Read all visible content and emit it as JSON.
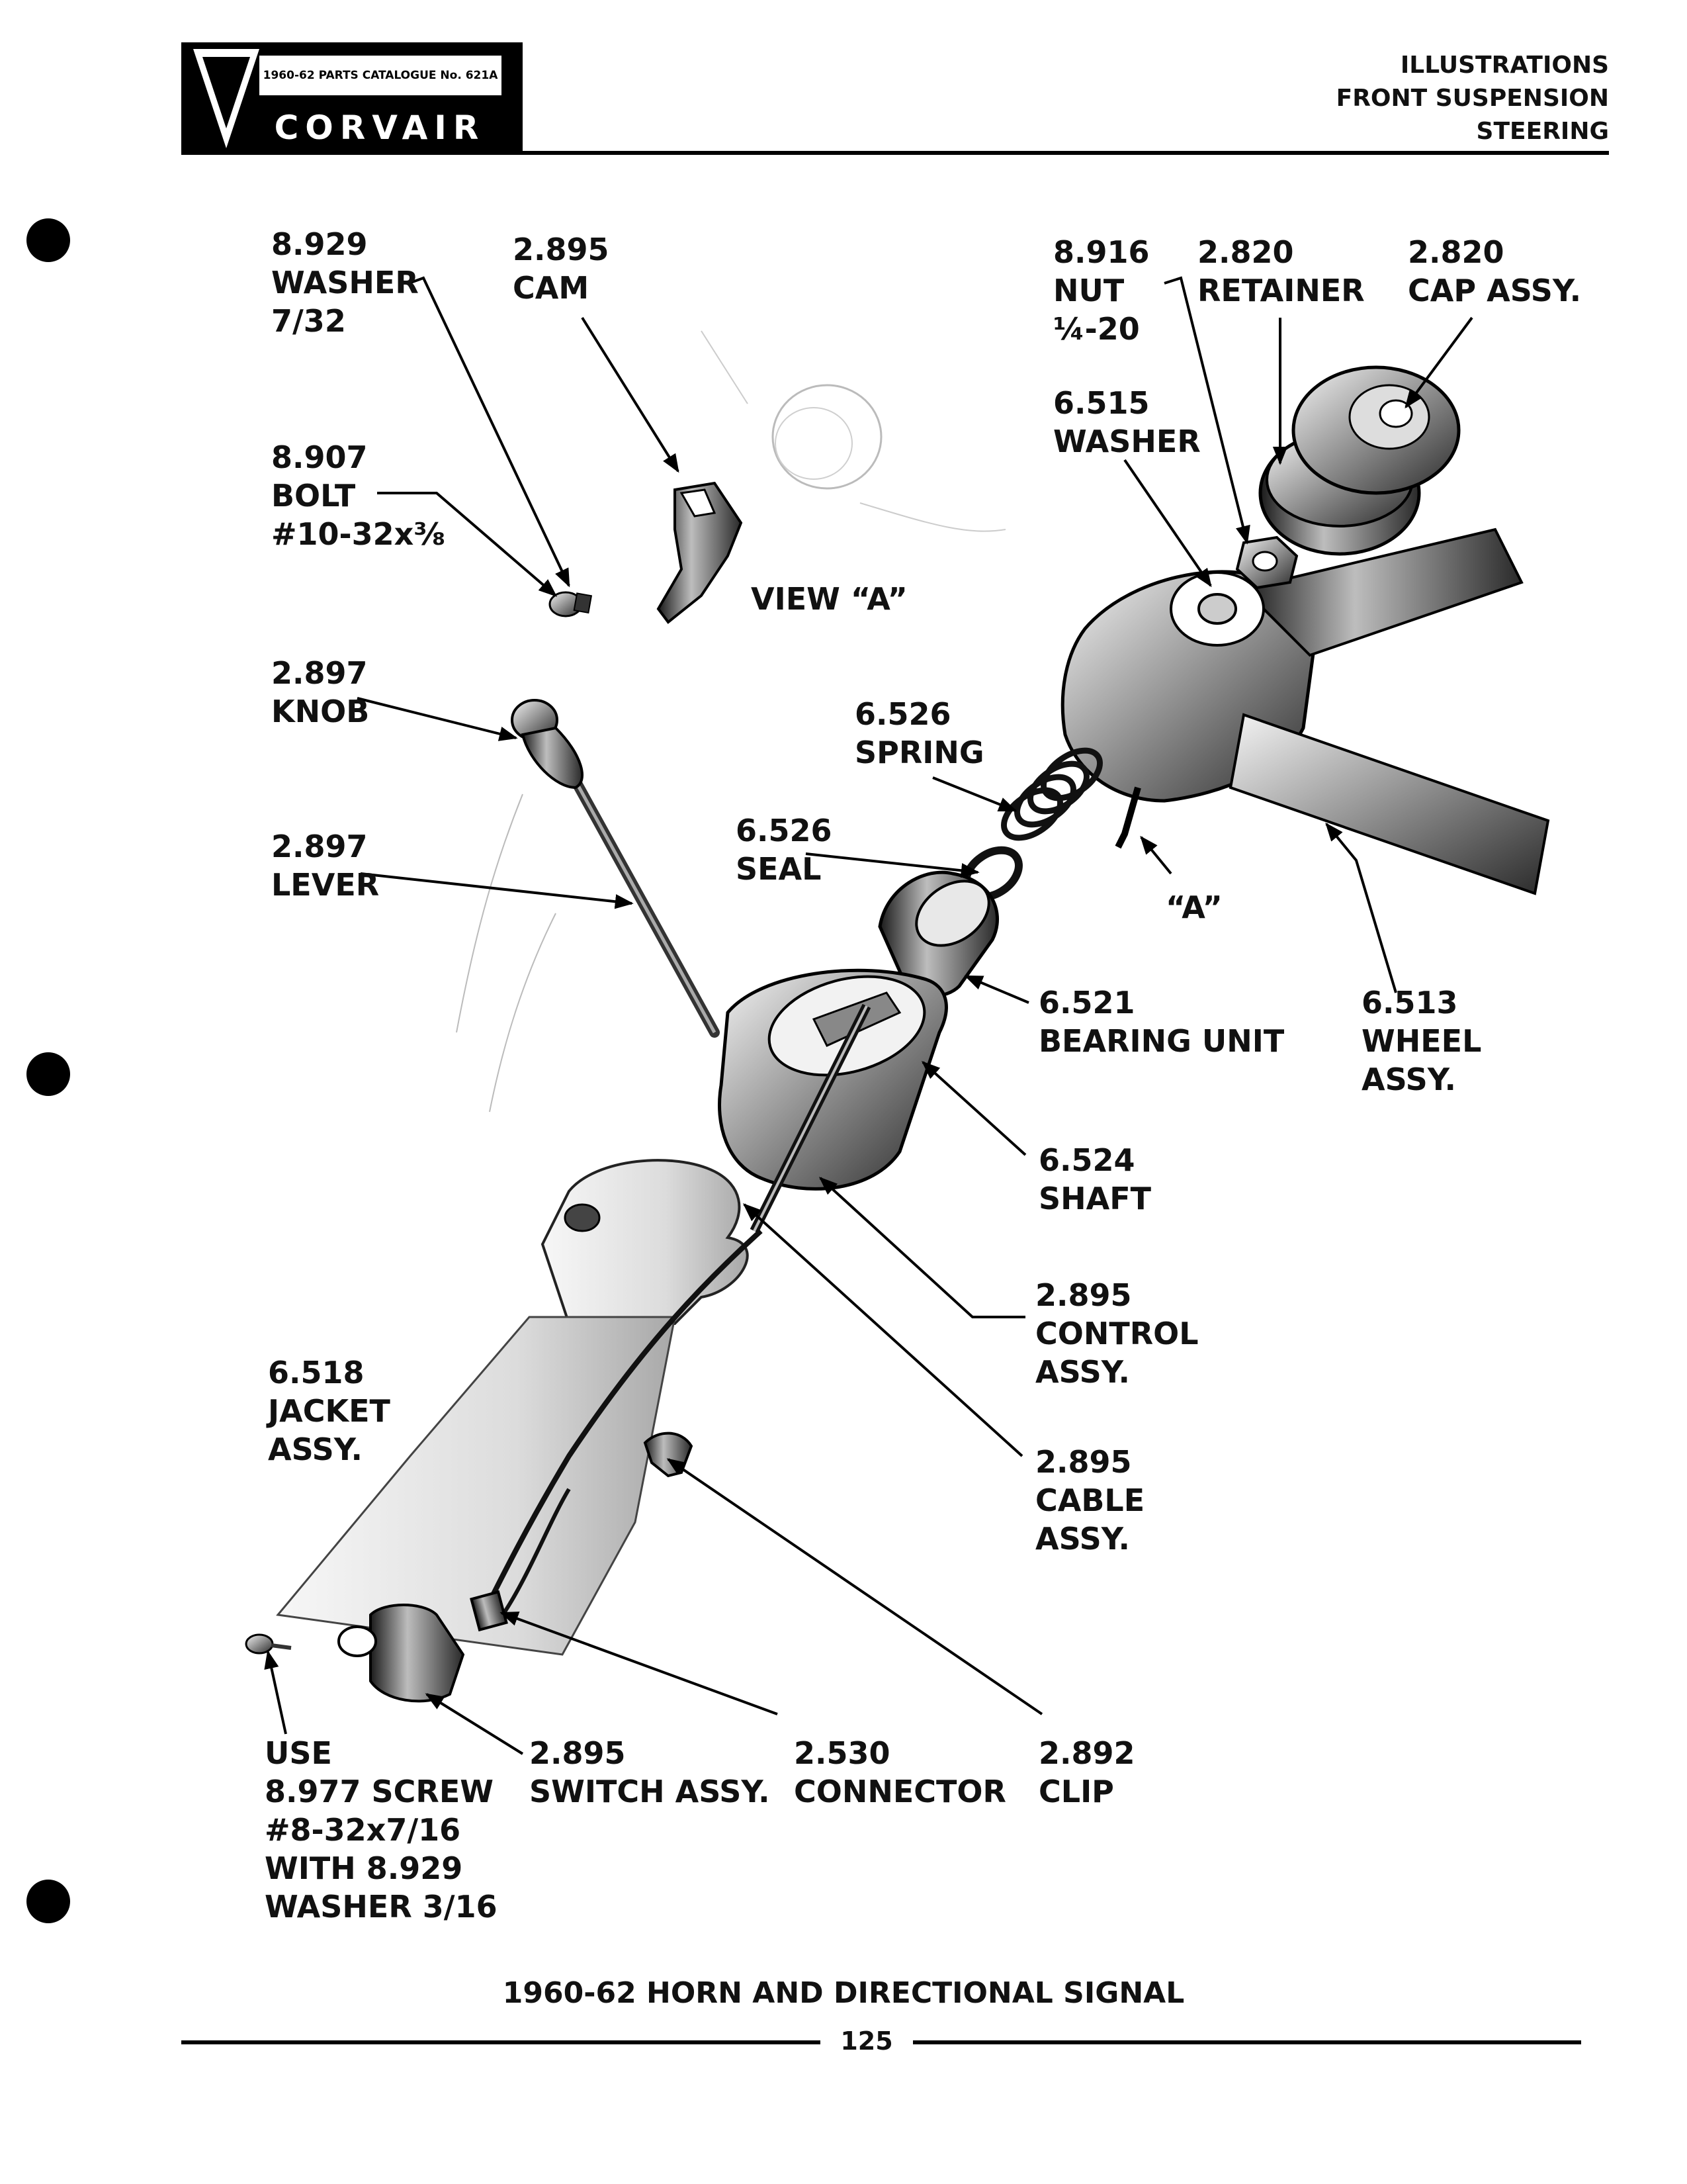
{
  "header": {
    "catalogue": "1960-62 PARTS CATALOGUE No. 621A",
    "brand": "CORVAIR",
    "sections": [
      "ILLUSTRATIONS",
      "FRONT SUSPENSION",
      "STEERING"
    ]
  },
  "labels": {
    "washer_732": [
      "8.929",
      "WASHER",
      "7/32"
    ],
    "cam": [
      "2.895",
      "CAM"
    ],
    "bolt": [
      "8.907",
      "BOLT",
      "#10-32x⅜"
    ],
    "view_a": "VIEW “A”",
    "nut": [
      "8.916",
      "NUT",
      "¼-20"
    ],
    "retainer": [
      "2.820",
      "RETAINER"
    ],
    "cap_assy": [
      "2.820",
      "CAP ASSY."
    ],
    "washer_6515": [
      "6.515",
      "WASHER"
    ],
    "knob": [
      "2.897",
      "KNOB"
    ],
    "spring": [
      "6.526",
      "SPRING"
    ],
    "lever": [
      "2.897",
      "LEVER"
    ],
    "seal": [
      "6.526",
      "SEAL"
    ],
    "a_marker": "“A”",
    "bearing_unit": [
      "6.521",
      "BEARING UNIT"
    ],
    "wheel_assy": [
      "6.513",
      "WHEEL",
      "ASSY."
    ],
    "shaft": [
      "6.524",
      "SHAFT"
    ],
    "control_assy": [
      "2.895",
      "CONTROL",
      "ASSY."
    ],
    "jacket_assy": [
      "6.518",
      "JACKET",
      "ASSY."
    ],
    "cable_assy": [
      "2.895",
      "CABLE",
      "ASSY."
    ],
    "screw_note": [
      "USE",
      "8.977 SCREW",
      "#8-32x7/16",
      "WITH 8.929",
      "WASHER 3/16"
    ],
    "switch_assy": [
      "2.895",
      "SWITCH ASSY."
    ],
    "connector": [
      "2.530",
      "CONNECTOR"
    ],
    "clip": [
      "2.892",
      "CLIP"
    ]
  },
  "caption": "1960-62 HORN AND DIRECTIONAL SIGNAL",
  "page_number": "125"
}
